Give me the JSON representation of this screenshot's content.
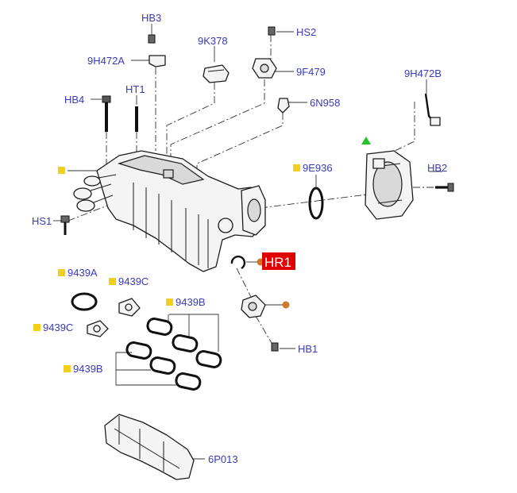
{
  "labels": {
    "hb3": "HB3",
    "h9h472a": "9H472A",
    "k9k378": "9K378",
    "hs2": "HS2",
    "f9f479": "9F479",
    "h9h472b": "9H472B",
    "hb4": "HB4",
    "ht1": "HT1",
    "n6n958": "6N958",
    "e9e936": "9E936",
    "hb2": "HB2",
    "hs1": "HS1",
    "hr1": "HR1",
    "a9439a": "9439A",
    "c9439c_right": "9439C",
    "b9439b_upper": "9439B",
    "c9439c_left": "9439C",
    "hb1": "HB1",
    "b9439b_lower": "9439B",
    "p6p013": "6P013"
  },
  "colors": {
    "label_text": "#3a3ab8",
    "marker_yellow": "#f2cf1a",
    "marker_orange": "#cc7a2a",
    "marker_green": "#22c322",
    "highlight_red": "#e00000"
  }
}
